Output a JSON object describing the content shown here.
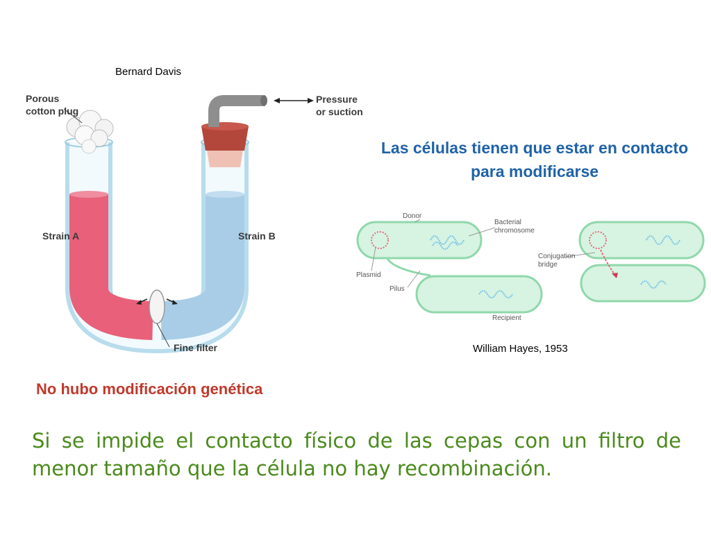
{
  "davis": {
    "credit": "Bernard Davis",
    "labels": {
      "plug": [
        "Porous",
        "cotton plug"
      ],
      "pressure": [
        "Pressure",
        "or suction"
      ],
      "strain_a": "Strain A",
      "strain_b": "Strain B",
      "filter": "Fine filter"
    }
  },
  "hayes": {
    "credit": "William Hayes, 1953",
    "labels": {
      "donor": "Donor",
      "chromosome": [
        "Bacterial",
        "chromosome"
      ],
      "plasmid": "Plasmid",
      "pilus": "Pilus",
      "recipient": "Recipient",
      "bridge": [
        "Conjugation",
        "bridge"
      ]
    }
  },
  "headline": "Las células tienen que estar en contacto para modificarse",
  "result": "No hubo modificación genética",
  "conclusion": "Si se impide el contacto físico de las cepas con un filtro de menor tamaño que la célula no hay recombinación.",
  "colors": {
    "headline": "#1f62a8",
    "result": "#c0392b",
    "conclusion": "#4a8a1c",
    "strain_a": "#e8607a",
    "strain_b": "#a9cde6",
    "cell_fill": "#d7f3e1"
  }
}
